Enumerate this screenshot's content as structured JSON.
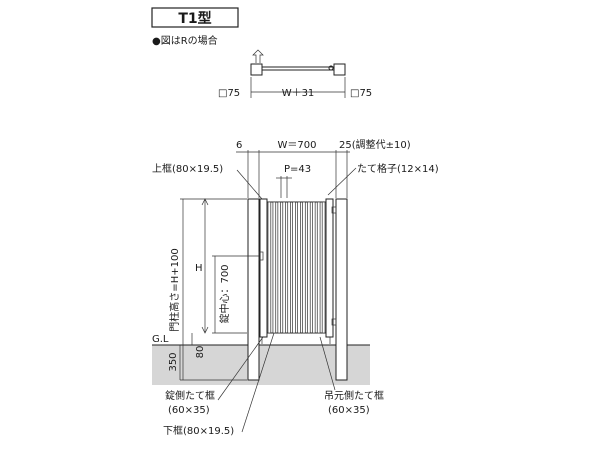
{
  "title": "T1型",
  "note": "●図はRの場合",
  "plan": {
    "left_post": "□75",
    "width": "W＋31",
    "right_post": "□75"
  },
  "dims": {
    "offset": "6",
    "width": "W＝700",
    "adjust": "25(調整代±10)",
    "pitch": "P=43",
    "height": "H",
    "post_height": "門柱高さ=H+100",
    "lock_center": "錠中心：700",
    "gl": "G.L",
    "embed": "350",
    "gap": "80"
  },
  "labels": {
    "top_frame": "上框(80×19.5)",
    "slats": "たて格子(12×14)",
    "lock_stile": "錠側たて框",
    "lock_stile_size": "(60×35)",
    "bottom_frame": "下框(80×19.5)",
    "hinge_stile": "吊元側たて框",
    "hinge_stile_size": "(60×35)"
  }
}
